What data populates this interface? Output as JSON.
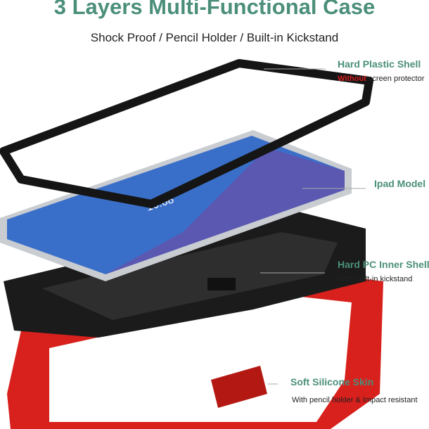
{
  "title": "3 Layers Multi-Functional Case",
  "subtitle": "Shock Proof / Pencil Holder / Built-in Kickstand",
  "tablet_time": "10:08",
  "layers": [
    {
      "name": "Hard Plastic Shell",
      "desc_highlight": "Without",
      "desc": " screen protector"
    },
    {
      "name": "Ipad Model",
      "desc": ""
    },
    {
      "name": "Hard PC Inner Shell",
      "desc": "With built-in kickstand"
    },
    {
      "name": "Soft Silicone Skin",
      "desc": "With pencil holder & Impact resistant"
    }
  ],
  "colors": {
    "accent": "#4b8f7b",
    "highlight": "#d81e1e",
    "skin": "#d8201c",
    "shell": "#1a1a1a"
  }
}
